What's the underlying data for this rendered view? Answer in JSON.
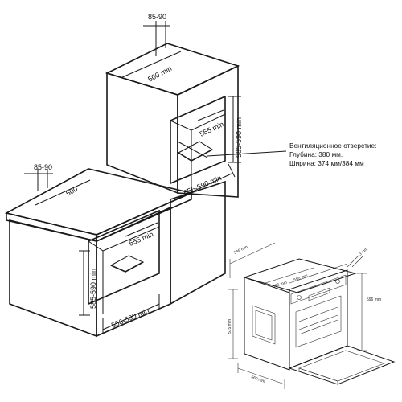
{
  "left_cabinet": {
    "top_gap": "85-90",
    "depth": "500",
    "niche_depth": "555 min",
    "niche_height": "585-590 min",
    "niche_width": "556-590 min"
  },
  "tall_cabinet": {
    "top_gap": "85-90",
    "depth": "500 min",
    "niche_depth": "555 min",
    "niche_height": "585-590 min",
    "niche_width": "556-590 min"
  },
  "note": {
    "line1": "Вентиляционное отверстие:",
    "line2": "Глубина: 380 мм.",
    "line3": "Ширина: 374 мм/384 мм"
  },
  "oven": {
    "depth_top": "546 mm",
    "width_front": "595 mm",
    "gap": "3 mm",
    "height": "596 mm",
    "inner_height": "575 mm",
    "width_bottom": "560 mm"
  }
}
